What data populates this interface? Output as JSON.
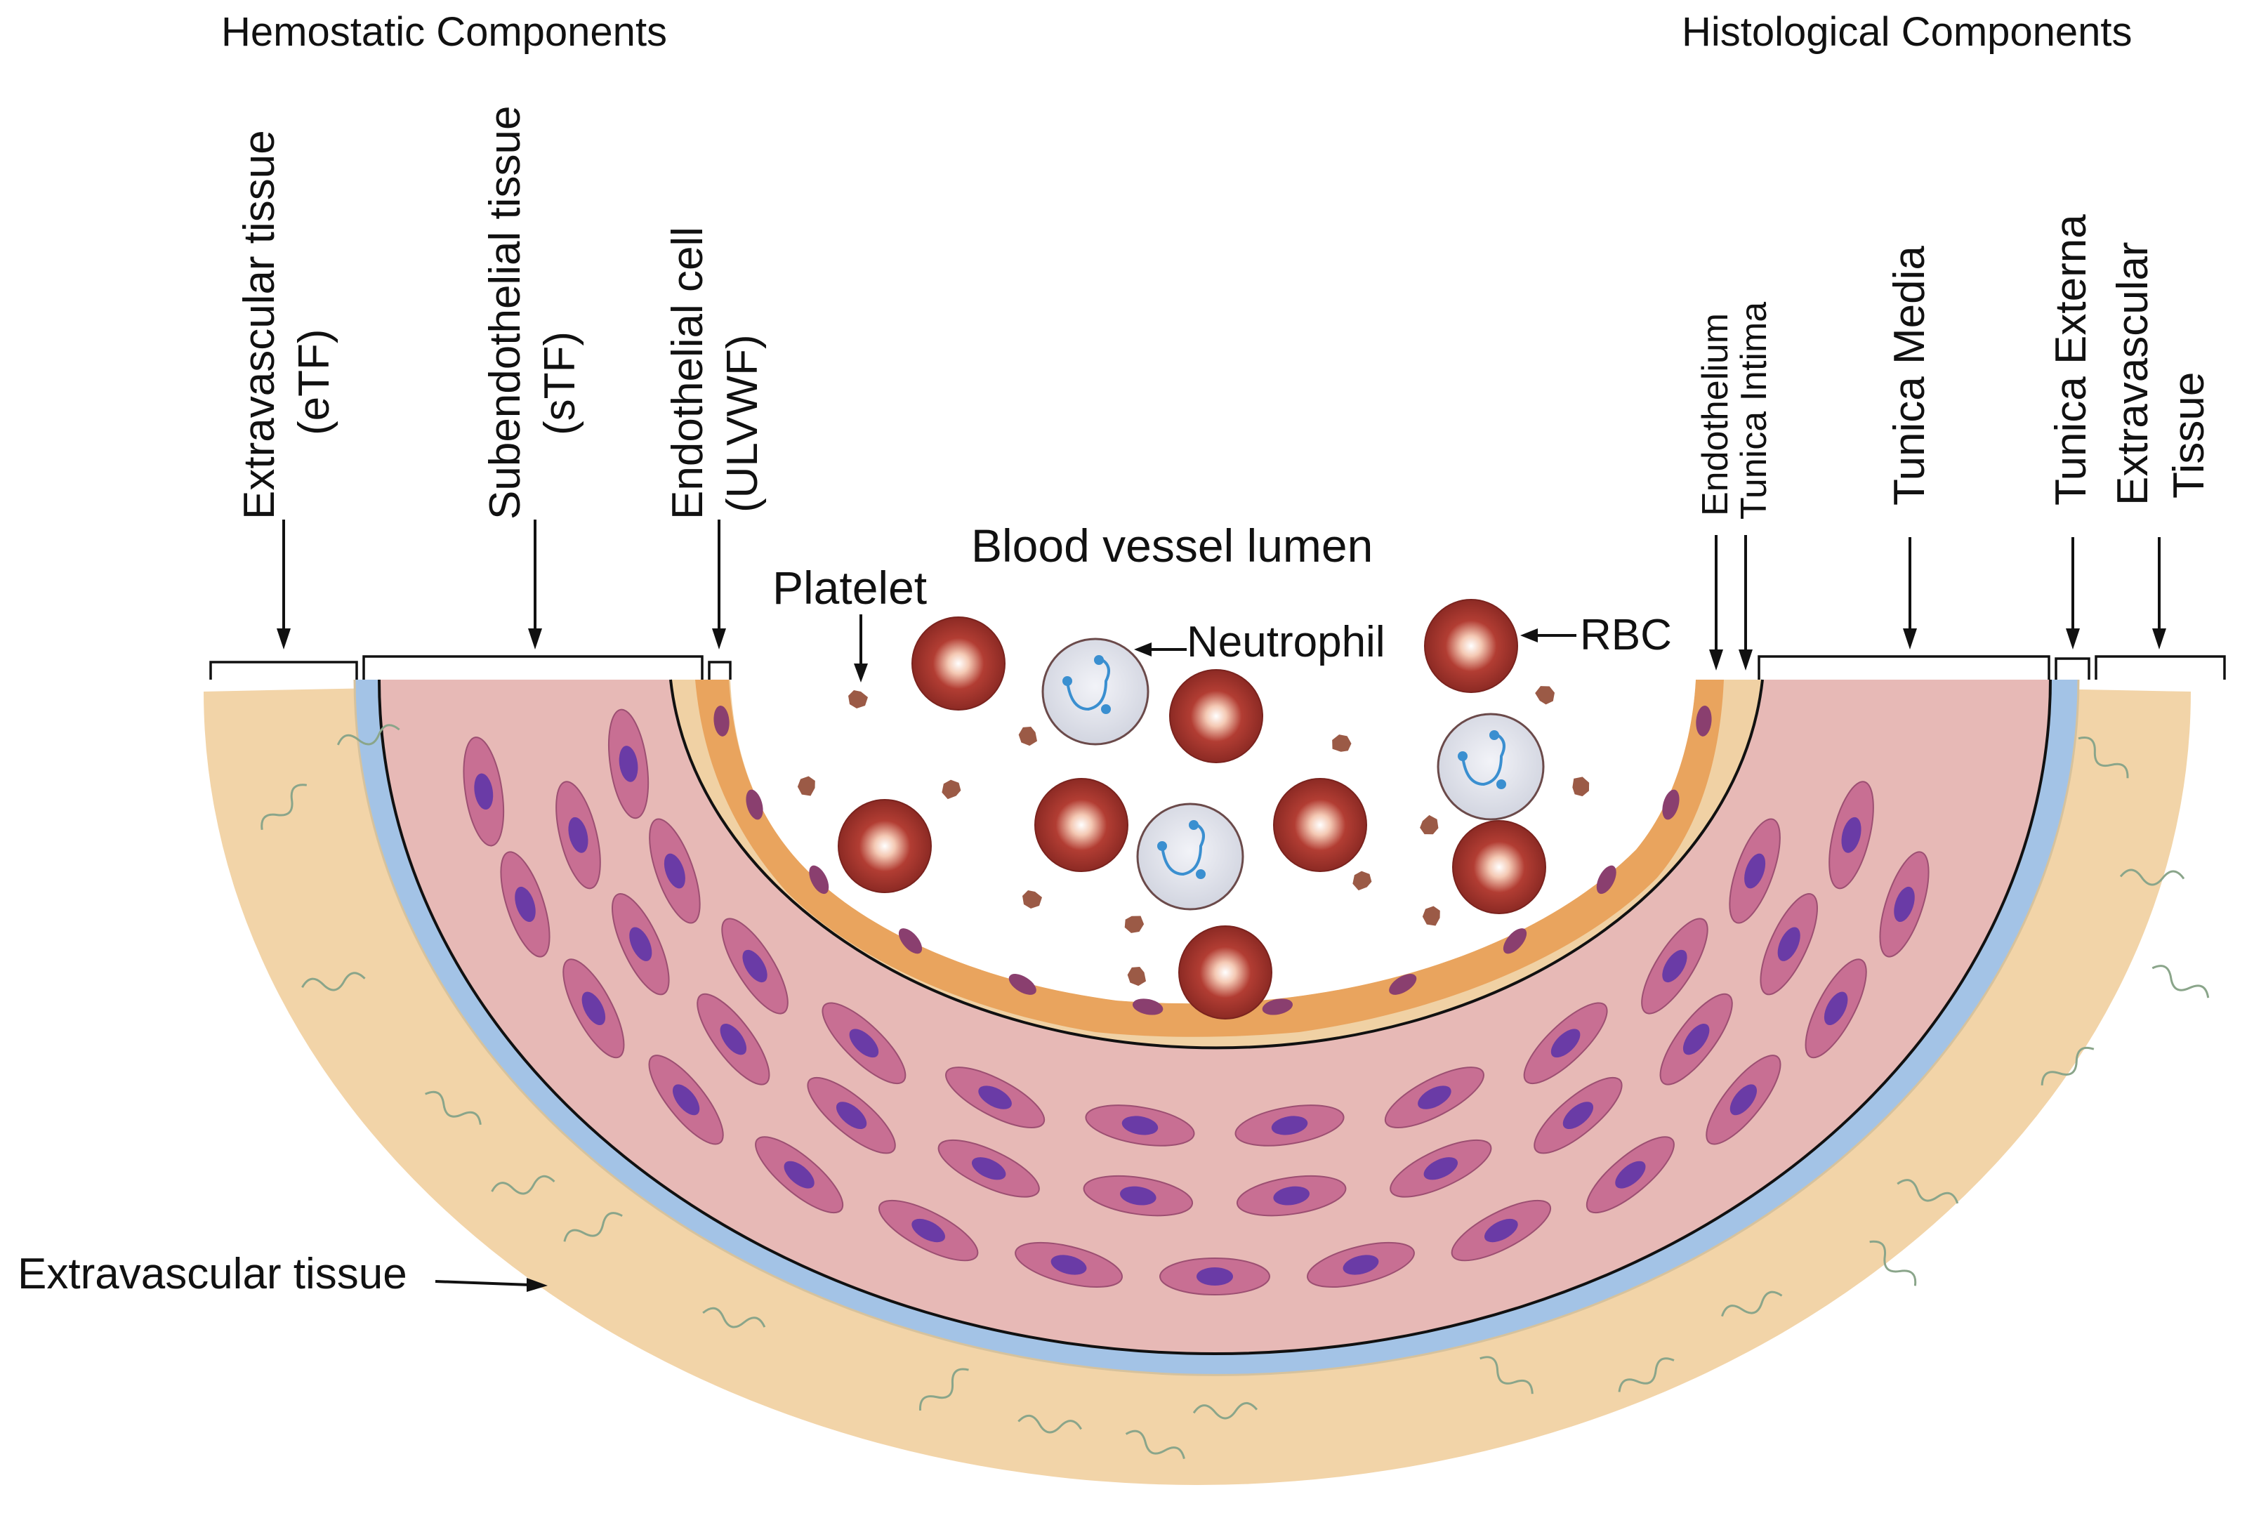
{
  "headers": {
    "left": "Hemostatic Components",
    "right": "Histological Components"
  },
  "hemostatic": [
    {
      "line1": "Extravascular tissue",
      "line2": "(eTF)"
    },
    {
      "line1": "Subendothelial tissue",
      "line2": "(sTF)"
    },
    {
      "line1": "Endothelial cell",
      "line2": "(ULVWF)"
    }
  ],
  "histological": {
    "endothelium": "Endothelium",
    "tunica_intima": "Tunica Intima",
    "tunica_media": "Tunica Media",
    "tunica_externa": "Tunica Externa",
    "extravascular": {
      "line1": "Extravascular",
      "line2": "Tissue"
    }
  },
  "lumen": {
    "title": "Blood vessel lumen",
    "platelet": "Platelet",
    "neutrophil": "Neutrophil",
    "rbc": "RBC"
  },
  "bottom_label": "Extravascular tissue",
  "colors": {
    "extravascular": "#f2d4a8",
    "blue_layer": "#a3c3e6",
    "media": "#e7b9b6",
    "smooth_muscle_cell": "#c86f93",
    "nucleus": "#6a3ba6",
    "endothelium": "#e9a45e",
    "rbc": "#a5342c",
    "neutrophil_nucleus": "#3a8fd0"
  }
}
